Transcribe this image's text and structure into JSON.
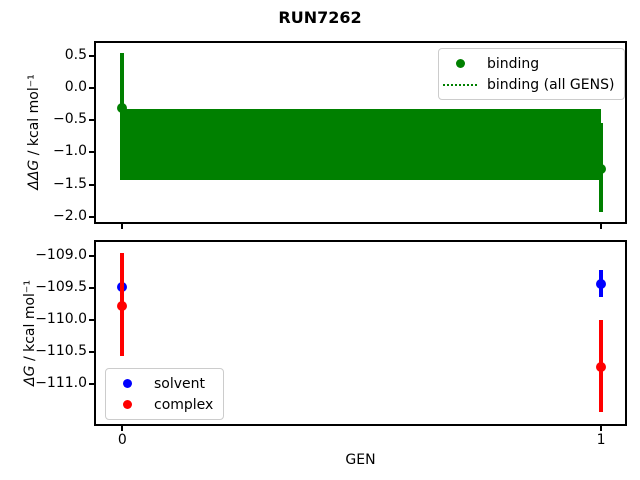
{
  "title": "RUN7262",
  "colors": {
    "binding": "#008000",
    "solvent": "#0000ff",
    "complex": "#ff0000",
    "axes": "#000000",
    "legend_edge": "#cccccc"
  },
  "chart_data": [
    {
      "type": "scatter",
      "subtype": "errorbar-scatter",
      "title": "RUN7262",
      "xlabel": "",
      "ylabel": "ΔΔG / kcal mol⁻¹",
      "ylabel_math": "ΔΔG",
      "ylabel_unit": " / kcal mol⁻¹",
      "grid": false,
      "xlim": [
        -0.055,
        1.05
      ],
      "ylim": [
        -2.08,
        0.7
      ],
      "yticks": [
        0.5,
        0.0,
        -0.5,
        -1.0,
        -1.5,
        -2.0
      ],
      "ytick_labels": [
        "0.5",
        "0.0",
        "−0.5",
        "−1.0",
        "−1.5",
        "−2.0"
      ],
      "xticks": [
        0,
        1
      ],
      "xtick_labels": null,
      "series": [
        {
          "name": "binding",
          "color": "#008000",
          "marker": "circle",
          "points": [
            {
              "x": 0,
              "y": -0.31,
              "err_lo": -1.42,
              "err_hi": 0.55
            },
            {
              "x": 1,
              "y": -1.25,
              "err_lo": -1.92,
              "err_hi": -0.55
            }
          ]
        }
      ],
      "band": {
        "name": "binding (all GENS)",
        "color": "#008000",
        "x0": 0,
        "x1": 1,
        "y_lo": -1.43,
        "y_hi": -0.33
      },
      "legend": {
        "position": "upper right",
        "entries": [
          {
            "label": "binding",
            "swatch": "dot",
            "color": "#008000"
          },
          {
            "label": "binding (all GENS)",
            "swatch": "dotted-line",
            "color": "#008000"
          }
        ]
      }
    },
    {
      "type": "scatter",
      "subtype": "errorbar-scatter",
      "xlabel": "GEN",
      "ylabel": "ΔG / kcal mol⁻¹",
      "ylabel_math": "ΔG",
      "ylabel_unit": " / kcal mol⁻¹",
      "grid": false,
      "xlim": [
        -0.055,
        1.05
      ],
      "ylim": [
        -111.62,
        -108.79
      ],
      "yticks": [
        -109.0,
        -109.5,
        -110.0,
        -110.5,
        -111.0
      ],
      "ytick_labels": [
        "−109.0",
        "−109.5",
        "−110.0",
        "−110.5",
        "−111.0"
      ],
      "xticks": [
        0,
        1
      ],
      "xtick_labels": [
        "0",
        "1"
      ],
      "series": [
        {
          "name": "solvent",
          "color": "#0000ff",
          "marker": "circle",
          "points": [
            {
              "x": 0,
              "y": -109.49,
              "err_lo": -109.6,
              "err_hi": -109.38
            },
            {
              "x": 1,
              "y": -109.44,
              "err_lo": -109.64,
              "err_hi": -109.22
            }
          ]
        },
        {
          "name": "complex",
          "color": "#ff0000",
          "marker": "circle",
          "points": [
            {
              "x": 0,
              "y": -109.78,
              "err_lo": -110.57,
              "err_hi": -108.96
            },
            {
              "x": 1,
              "y": -110.73,
              "err_lo": -111.43,
              "err_hi": -110.01
            }
          ]
        }
      ],
      "legend": {
        "position": "lower left",
        "entries": [
          {
            "label": "solvent",
            "swatch": "dot",
            "color": "#0000ff"
          },
          {
            "label": "complex",
            "swatch": "dot",
            "color": "#ff0000"
          }
        ]
      }
    }
  ]
}
